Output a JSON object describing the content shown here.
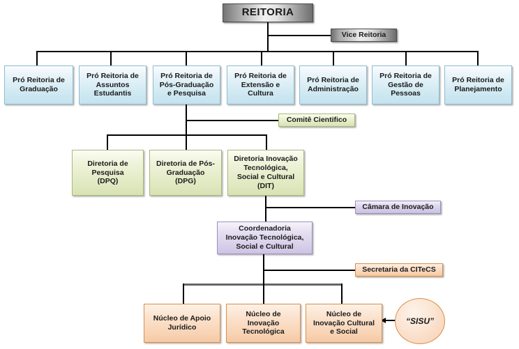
{
  "title": "Organograma REITORIA",
  "colors": {
    "gray": "#8f8f8f",
    "blue": "#d4ebf3",
    "green": "#e2eac4",
    "purple": "#d6cfe9",
    "orange": "#f8d3b4",
    "line": "#000000",
    "line_gray": "#666666"
  },
  "nodes": {
    "reitoria": {
      "label": "REITORIA"
    },
    "vice_reitoria": {
      "label": "Vice Reitoria"
    },
    "pro_graduacao": {
      "label": "Pró Reitoria de\nGraduação"
    },
    "pro_assuntos": {
      "label": "Pró Reitoria de\nAssuntos\nEstudantis"
    },
    "pro_pos": {
      "label": "Pró Reitoria de\nPós-Graduação\ne Pesquisa"
    },
    "pro_extensao": {
      "label": "Pró Reitoria de\nExtensão e\nCultura"
    },
    "pro_administracao": {
      "label": "Pró Reitoria de\nAdministração"
    },
    "pro_gestao": {
      "label": "Pró Reitoria de\nGestão de\nPessoas"
    },
    "pro_planejamento": {
      "label": "Pró Reitoria de\nPlanejamento"
    },
    "comite_cientifico": {
      "label": "Comitê Cientifico"
    },
    "dir_pesquisa": {
      "label": "Diretoria de\nPesquisa\n(DPQ)"
    },
    "dir_pos": {
      "label": "Diretoria de Pós-\nGraduação\n(DPG)"
    },
    "dir_inovacao": {
      "label": "Diretoria Inovação\nTecnológica,\nSocial e Cultural\n(DIT)"
    },
    "camara_inovacao": {
      "label": "Câmara de Inovação"
    },
    "coordenadoria": {
      "label": "Coordenadoria\nInovação Tecnológica,\nSocial e Cultural"
    },
    "secretaria_citecs": {
      "label": "Secretaria da CITeCS"
    },
    "nucleo_juridico": {
      "label": "Núcleo de Apoio\nJurídico"
    },
    "nucleo_tecnologica": {
      "label": "Núcleo de\nInovação\nTecnológica"
    },
    "nucleo_cultural": {
      "label": "Núcleo de\nInovação Cultural\ne Social"
    },
    "sisu": {
      "label": "“SISU”"
    }
  }
}
